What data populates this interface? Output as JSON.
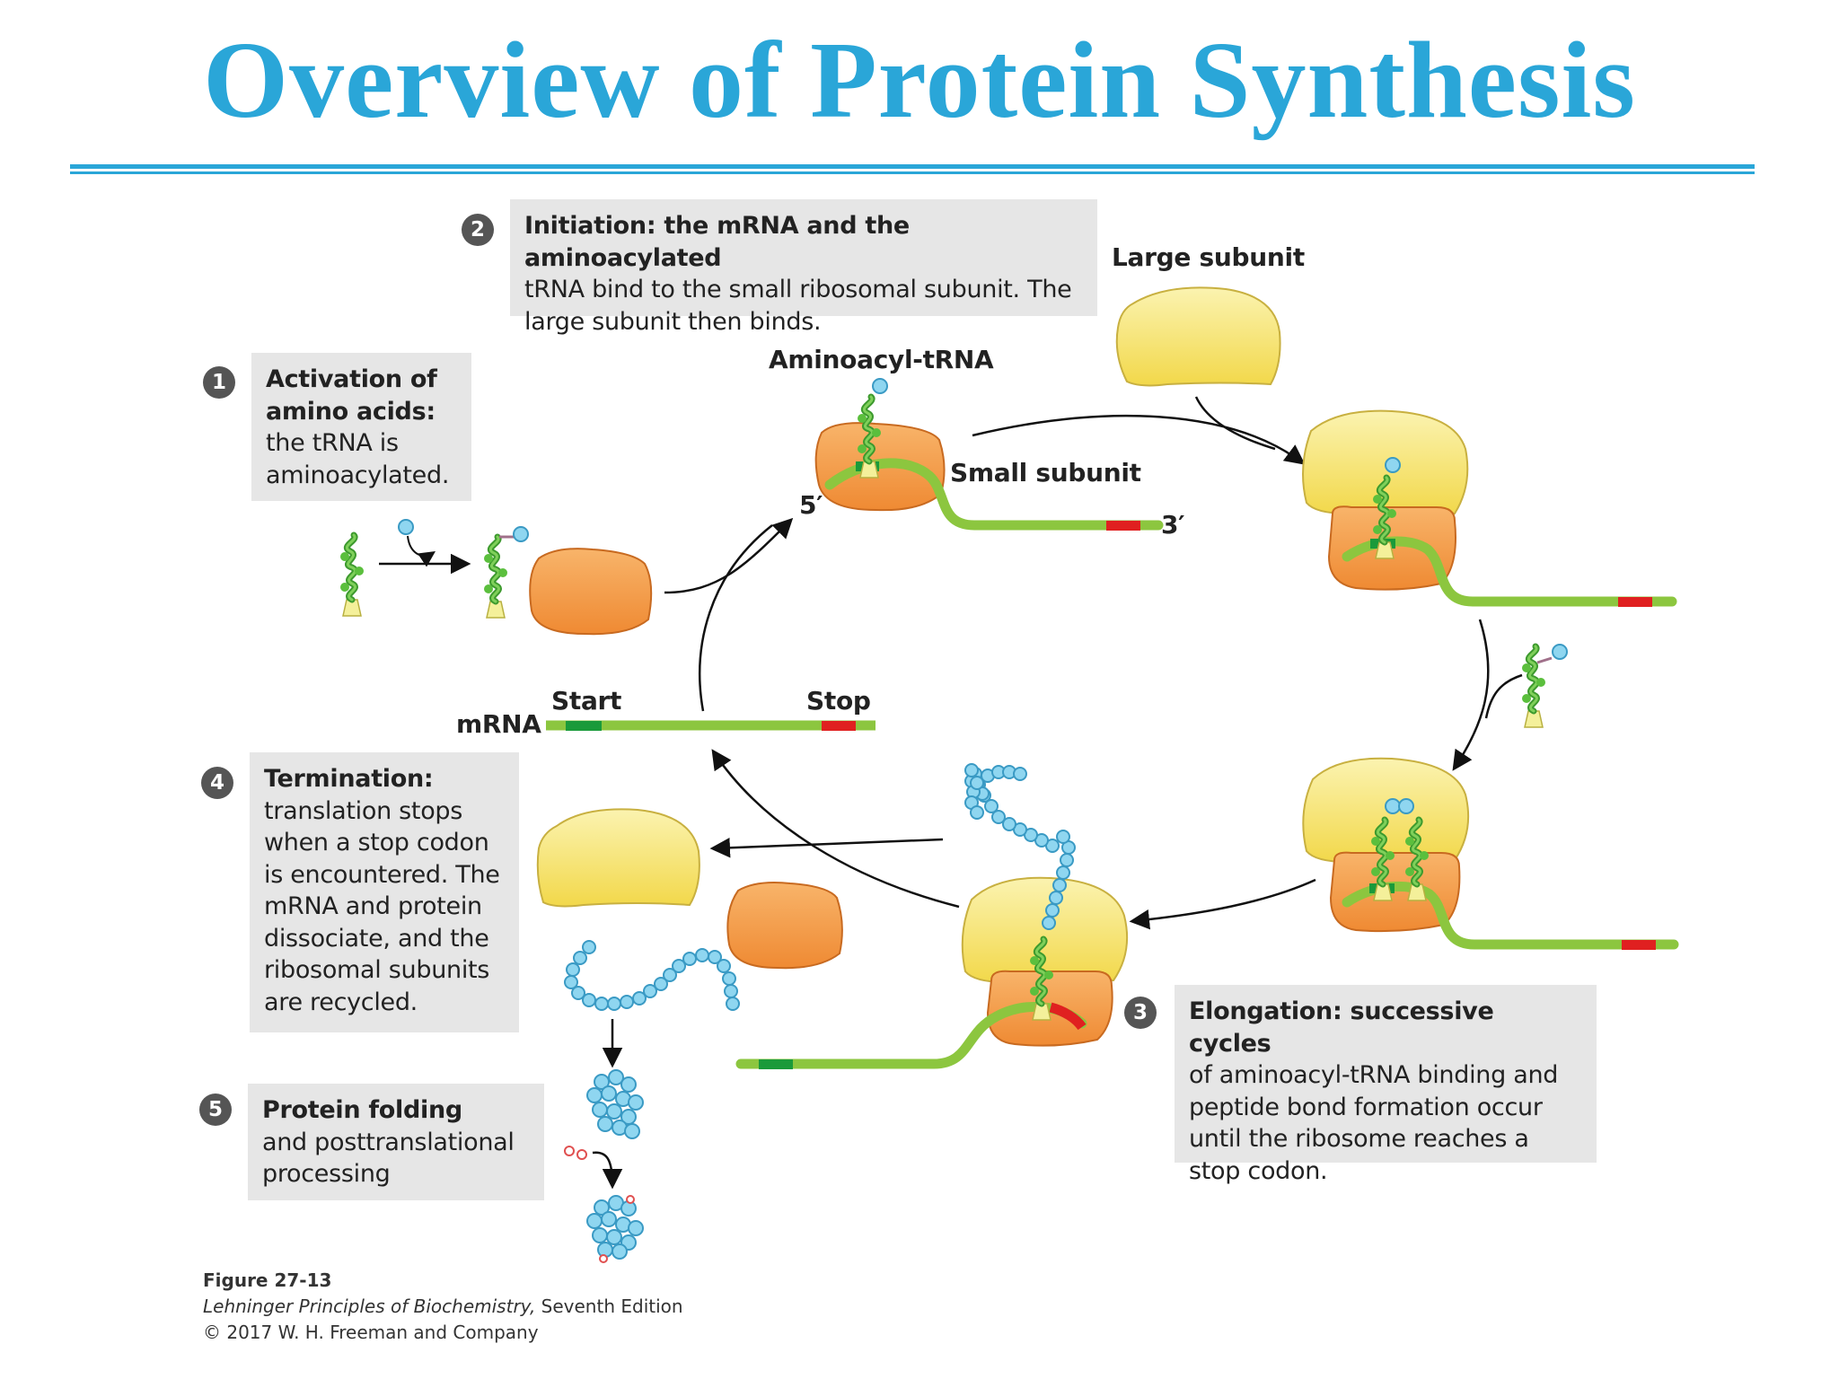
{
  "title": "Overview of Protein Synthesis",
  "steps": [
    {
      "number": "1",
      "heading": "Activation of amino acids:",
      "lines": [
        "Activation of",
        "amino acids:",
        "the tRNA is",
        "aminoacylated."
      ]
    },
    {
      "number": "2",
      "lines": [
        "Initiation: the mRNA and the aminoacylated",
        "tRNA bind to the small ribosomal subunit. The",
        "large subunit then binds."
      ]
    },
    {
      "number": "3",
      "lines": [
        "Elongation: successive cycles",
        "of aminoacyl-tRNA binding and",
        "peptide bond formation occur",
        "until the ribosome reaches a",
        "stop codon."
      ]
    },
    {
      "number": "4",
      "lines": [
        "Termination:",
        "translation stops",
        "when a stop codon",
        "is encountered. The",
        "mRNA and protein",
        "dissociate, and the",
        "ribosomal subunits",
        "are recycled."
      ]
    },
    {
      "number": "5",
      "lines": [
        "Protein folding",
        "and posttranslational",
        "processing"
      ]
    }
  ],
  "labels": {
    "large_subunit": "Large subunit",
    "aminoacyl_trna": "Aminoacyl-tRNA",
    "small_subunit": "Small subunit",
    "five_prime": "5′",
    "three_prime": "3′",
    "start": "Start",
    "stop": "Stop",
    "mrna": "mRNA"
  },
  "caption": {
    "figure": "Figure 27-13",
    "book": "Lehninger Principles of Biochemistry,",
    "edition": " Seventh Edition",
    "copyright": "© 2017 W. H. Freeman and Company"
  },
  "colors": {
    "title": "#2aa6d8",
    "large_subunit": "#f7e57a",
    "small_subunit": "#f49a4a",
    "mrna": "#8cc63f",
    "start_codon": "#1a9a3a",
    "stop_codon": "#e02020",
    "amino_acid": "#8fd6f0",
    "trna": "#4caf3a",
    "box_background": "#e6e6e6"
  }
}
